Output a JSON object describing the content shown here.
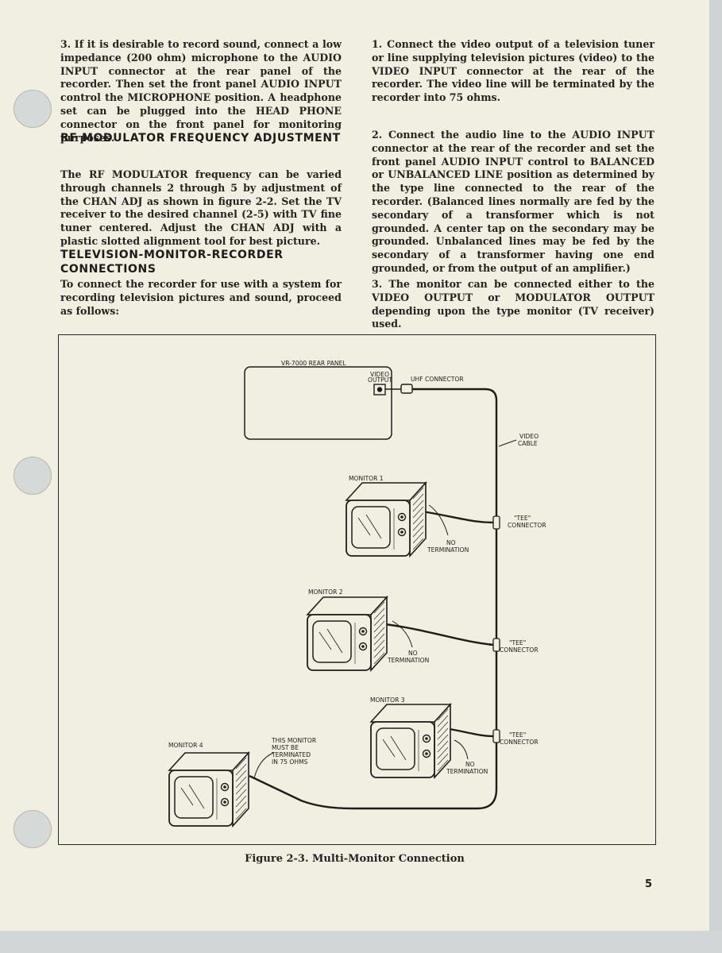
{
  "left_column": {
    "para_sound": "3. If it is desirable to record sound, connect a low impedance (200 ohm) microphone to the AUDIO INPUT connector at the rear panel of the recorder. Then set the front panel AUDIO INPUT control the MICROPHONE position. A headphone set can be plugged into the HEAD PHONE connector on the front panel for monitoring purposes.",
    "heading_rf": "RF MODULATOR FREQUENCY ADJUSTMENT",
    "para_rf": "The RF MODULATOR frequency can be varied through channels 2 through 5 by adjustment of the CHAN ADJ as shown in figure 2-2. Set the TV receiver to the desired channel (2-5) with TV fine tuner centered. Adjust the CHAN ADJ with a plastic slotted alignment tool for best picture.",
    "heading_tv_line1": "TELEVISION-MONITOR-RECORDER",
    "heading_tv_line2": "CONNECTIONS",
    "para_tv": "To connect the recorder for use with a system for recording television pictures and sound, proceed as follows:"
  },
  "right_column": {
    "para_1": "1. Connect the video output of a television tuner or line supplying television pictures (video) to the VIDEO INPUT connector at the rear of the recorder. The video line will be terminated by the recorder into 75 ohms.",
    "para_2": "2. Connect the audio line to the AUDIO INPUT connector at the rear of the recorder and set the front panel AUDIO INPUT control to BALANCED or UNBALANCED LINE position as determined by the type line connected to the rear of the recorder. (Balanced lines normally are fed by the secondary of a transformer which is not grounded. A center tap on the secondary may be grounded. Unbalanced lines may be fed by the secondary of a transformer having one end grounded, or from the output of an amplifier.)",
    "para_3": "3. The monitor can be connected either to the VIDEO OUTPUT or MODULATOR OUTPUT depending upon the type monitor (TV receiver) used."
  },
  "figure": {
    "rear_panel_title": "VR-7000 REAR PANEL",
    "video_output_line1": "VIDEO",
    "video_output_line2": "OUTPUT",
    "uhf_connector": "UHF CONNECTOR",
    "video_cable_line1": "VIDEO",
    "video_cable_line2": "CABLE",
    "monitor_1": "MONITOR 1",
    "monitor_2": "MONITOR 2",
    "monitor_3": "MONITOR 3",
    "monitor_4": "MONITOR 4",
    "tee_line1": "\"TEE\"",
    "tee_line2": "CONNECTOR",
    "no_line1": "NO",
    "termination": "TERMINATION",
    "terminated_line1": "THIS MONITOR",
    "terminated_line2": "MUST BE",
    "terminated_line3": "TERMINATED",
    "terminated_line4": "IN 75 OHMS",
    "caption": "Figure 2-3. Multi-Monitor Connection"
  },
  "page_number": "5"
}
